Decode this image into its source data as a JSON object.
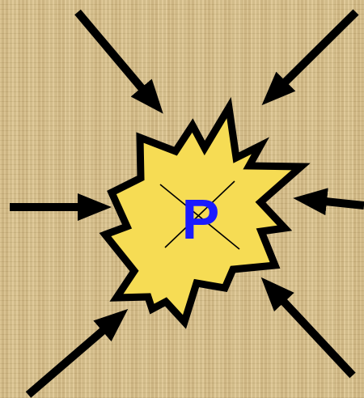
{
  "center": {
    "label": "P"
  },
  "colors": {
    "background": "#d8c08a",
    "burst_fill": "#f6dc54",
    "burst_stroke": "#000000",
    "label": "#1a1aff",
    "arrows": "#000000",
    "cross_lines": "#000000"
  },
  "arrows": {
    "count": 6,
    "pointing": "inward"
  }
}
